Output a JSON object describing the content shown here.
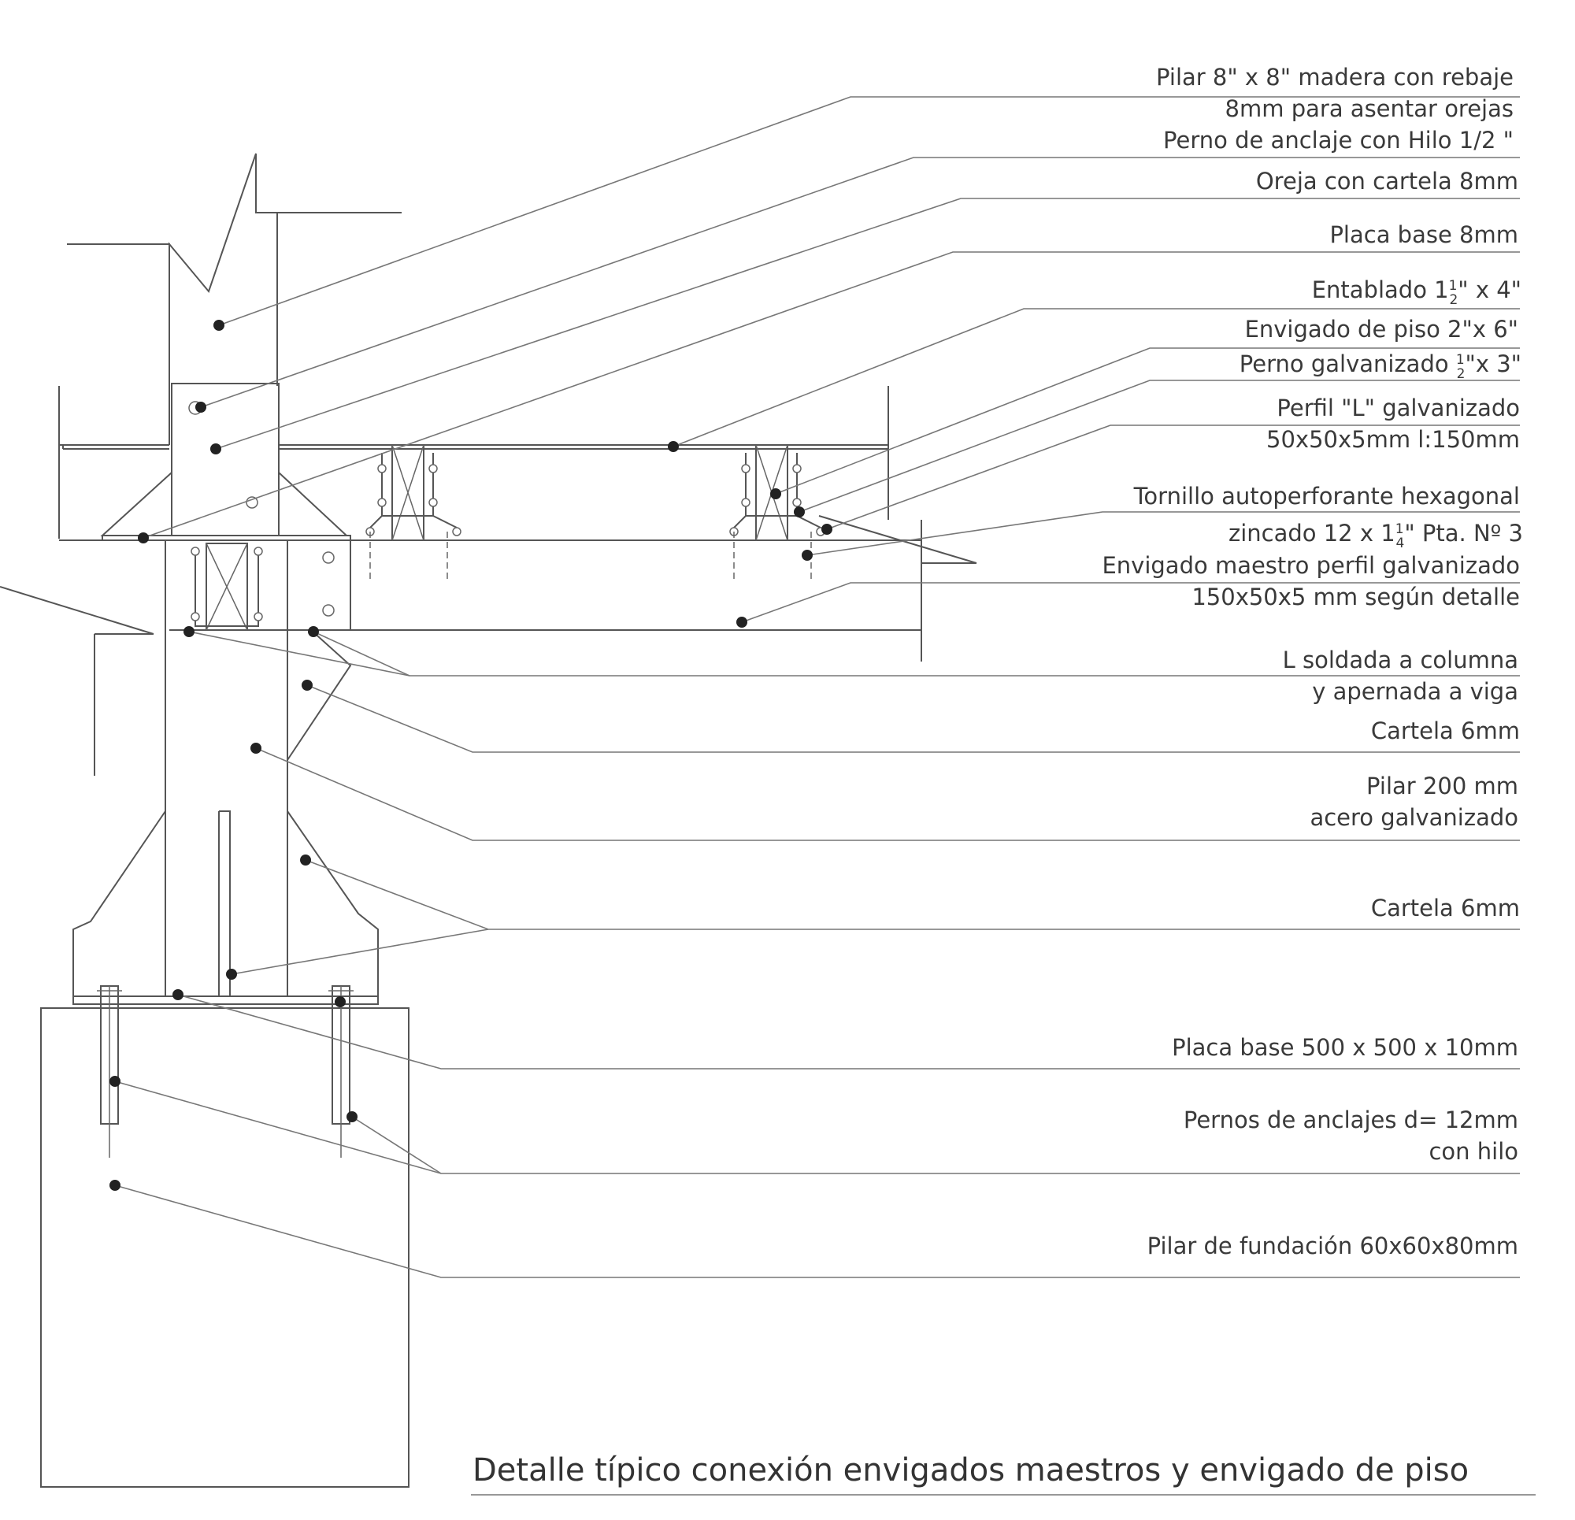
{
  "labels": {
    "pilar_madera_1": "Pilar 8\" x 8\" madera con rebaje",
    "pilar_madera_2": "8mm para asentar orejas",
    "perno_anclaje_hilo": "Perno de anclaje con Hilo 1/2 \"",
    "oreja_cartela": "Oreja con cartela 8mm",
    "placa_base_8": "Placa base 8mm",
    "entablado_a": "Entablado 1",
    "entablado_num": "1",
    "entablado_den": "2",
    "entablado_b": "\" x 4\"",
    "envigado_piso": "Envigado de piso 2\"x 6\"",
    "perno_galv_a": "Perno galvanizado ",
    "perno_galv_num": "1",
    "perno_galv_den": "2",
    "perno_galv_b": "\"x 3\"",
    "perfil_l_1": "Perfil \"L\" galvanizado",
    "perfil_l_2": "50x50x5mm l:150mm",
    "tornillo_1": "Tornillo autoperforante hexagonal",
    "tornillo_2a": "zincado 12 x 1",
    "tornillo_num": "1",
    "tornillo_den": "4",
    "tornillo_2b": "\" Pta. Nº 3",
    "envigado_maestro_1": "Envigado maestro perfil galvanizado",
    "envigado_maestro_2": "150x50x5 mm según detalle",
    "l_soldada_1": "L soldada a columna",
    "l_soldada_2": "y apernada a viga",
    "cartela_6_a": "Cartela 6mm",
    "pilar_200_1": "Pilar 200 mm",
    "pilar_200_2": "acero galvanizado",
    "cartela_6_b": "Cartela 6mm",
    "placa_base_500": "Placa base 500 x 500 x 10mm",
    "pernos_anclajes_1": "Pernos de anclajes d= 12mm",
    "pernos_anclajes_2": "con hilo",
    "pilar_fundacion": "Pilar de fundación 60x60x80mm"
  },
  "title": "Detalle típico conexión envigados maestros y envigado de piso"
}
